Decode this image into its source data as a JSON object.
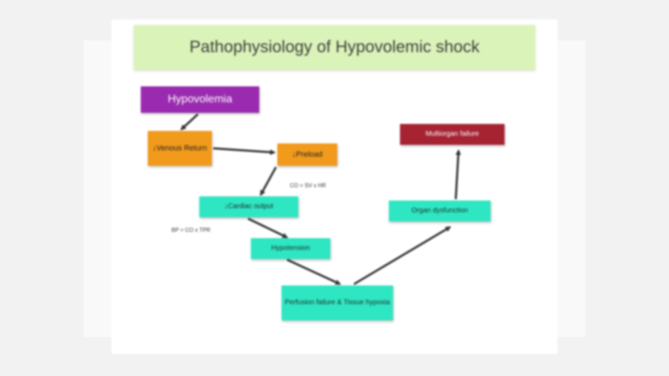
{
  "slide": {
    "title": "Pathophysiology of  Hypovolemic shock"
  },
  "nodes": {
    "hypovolemia": "Hypovolemia",
    "venous_return": "↓Venous Return",
    "preload": "↓Preload",
    "cardiac_output": "↓Cardiac output",
    "hypotension": "Hypotension",
    "perfusion_failure": "Perfusion failure & Tissue hypoxia",
    "organ_dysfunction": "Organ dysfunction",
    "multiorgan_failure": "Multiorgan failure"
  },
  "formulas": {
    "cardiac_output": "CO = SV x HR",
    "blood_pressure": "BP = CO x TPR"
  },
  "colors": {
    "title_fill": "#d9f3b8",
    "hypovolemia_fill": "#9a2bb0",
    "early_stage_fill": "#f19a1c",
    "hemodynamic_fill": "#2ee6c2",
    "failure_fill": "#a62332",
    "arrow": "#333333"
  }
}
